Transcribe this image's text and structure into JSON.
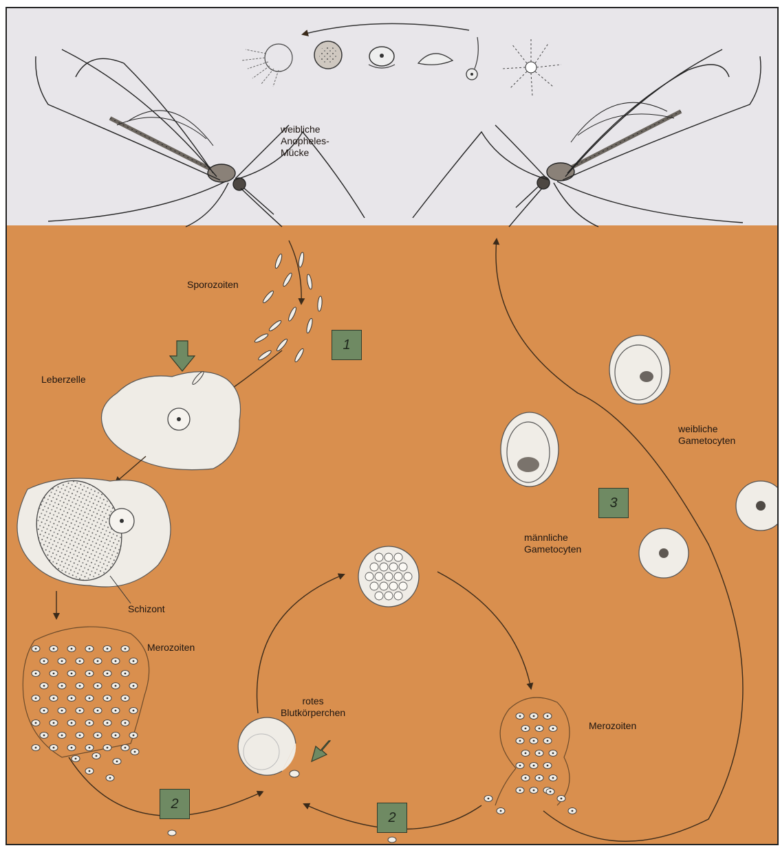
{
  "labels": {
    "mosquito_line1": "weibliche",
    "mosquito_line2": "Anopheles-",
    "mosquito_line3": "Mücke",
    "sporozoites": "Sporozoiten",
    "liver_cell": "Leberzelle",
    "schizont": "Schizont",
    "merozoites_left": "Merozoiten",
    "rbc_line1": "rotes",
    "rbc_line2": "Blutkörperchen",
    "merozoites_right": "Merozoiten",
    "female_gam_line1": "weibliche",
    "female_gam_line2": "Gametocyten",
    "male_gam_line1": "männliche",
    "male_gam_line2": "Gametocyten"
  },
  "badges": {
    "b1": "1",
    "b2_left": "2",
    "b2_right": "2",
    "b3": "3"
  },
  "colors": {
    "top_panel": "#e8e6ea",
    "bottom_panel": "#d98f4e",
    "badge": "#6f8a63",
    "cell": "#efece6"
  }
}
